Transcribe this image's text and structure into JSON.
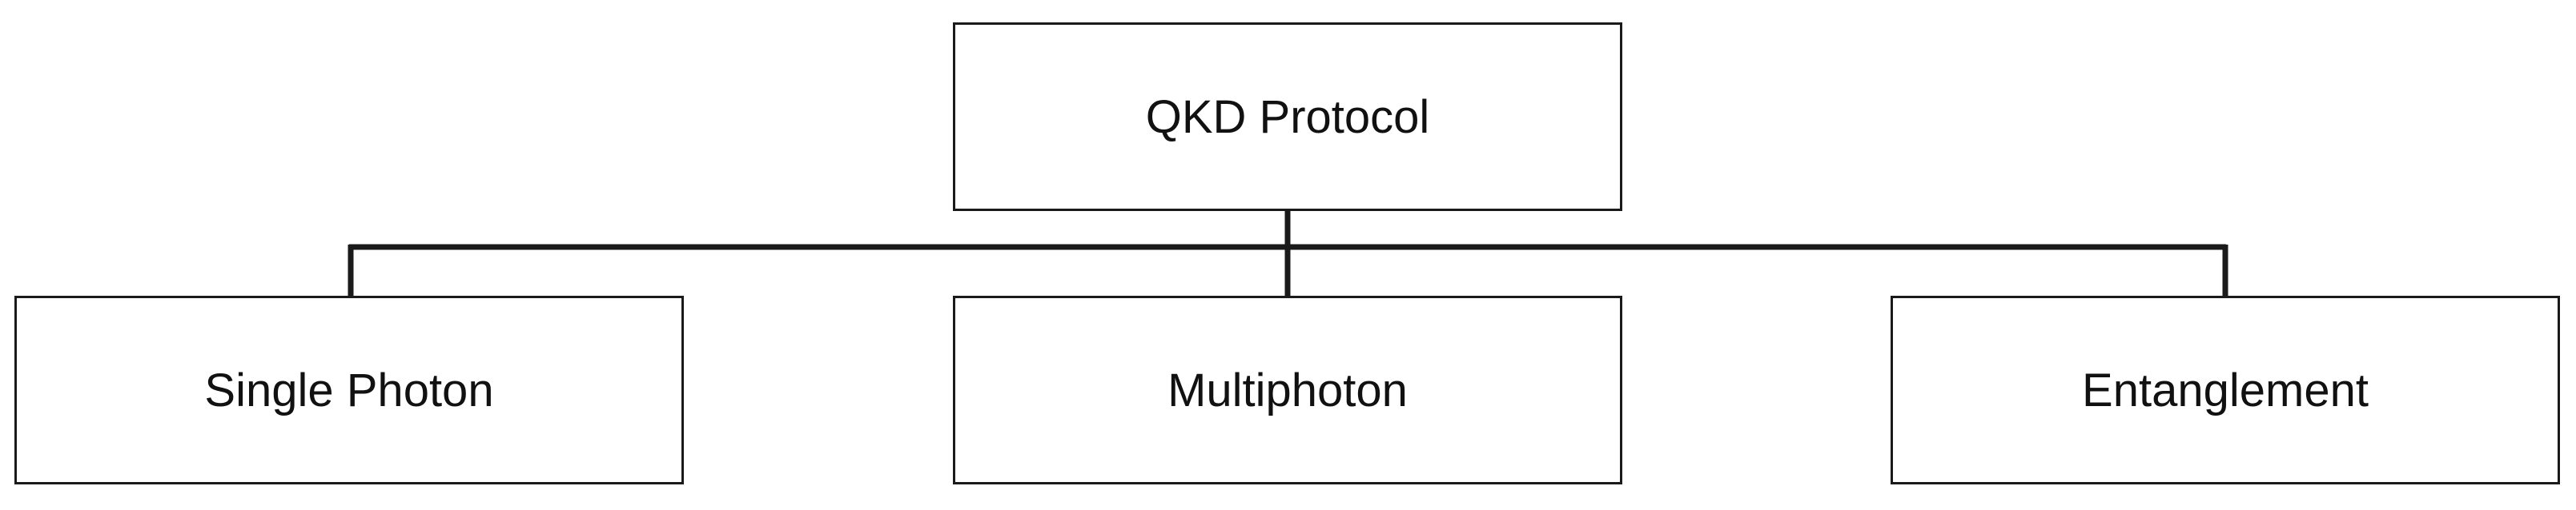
{
  "diagram": {
    "root": {
      "label": "QKD Protocol"
    },
    "children": [
      {
        "label": "Single Photon"
      },
      {
        "label": "Multiphoton"
      },
      {
        "label": "Entanglement"
      }
    ]
  },
  "colors": {
    "stroke": "#1a1a1a",
    "text": "#111111",
    "background": "#ffffff"
  }
}
